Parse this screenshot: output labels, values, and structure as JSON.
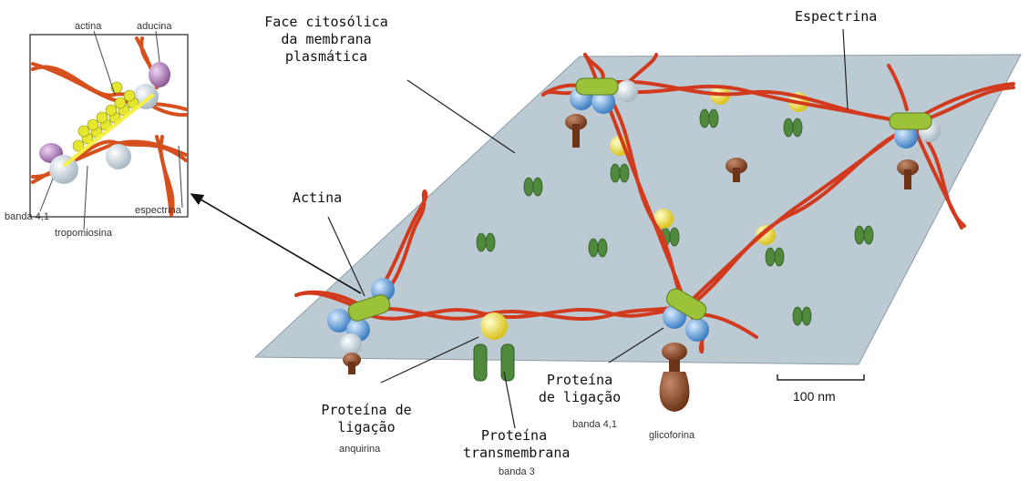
{
  "inset": {
    "labels": {
      "actina": "actina",
      "aducina": "aducina",
      "banda41": "banda 4,1",
      "tropomiosina": "tropomiosina",
      "espectrina": "espectrina"
    }
  },
  "main": {
    "labels": {
      "face_line1": "Face citosólica",
      "face_line2": "da membrana",
      "face_line3": "plasmática",
      "espectrina": "Espectrina",
      "actina": "Actina",
      "lig1_line1": "Proteína de",
      "lig1_line2": "ligação",
      "lig1_sub": "anquirina",
      "trans_line1": "Proteína",
      "trans_line2": "transmembrana",
      "trans_sub": "banda 3",
      "lig2_line1": "Proteína",
      "lig2_line2": "de ligação",
      "lig2_sub": "banda 4,1",
      "glicoforina": "glicoforina",
      "scale": "100 nm"
    }
  },
  "colors": {
    "membrane": "#bccad3",
    "spectrin": "#d23a1e",
    "actin": "#9cc23a",
    "ankyrin": "#f2e23c",
    "band3": "#4f8a3c",
    "band41": "#6aa2d8",
    "glycophorin": "#8a4a2e",
    "adducin": "#b07ab8"
  }
}
